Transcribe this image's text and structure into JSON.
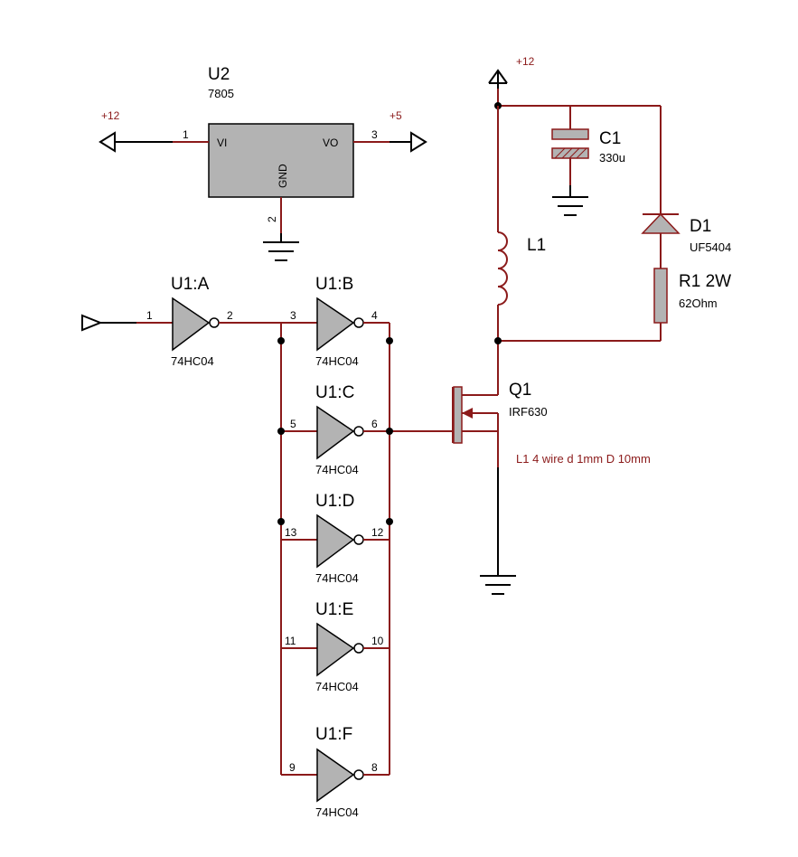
{
  "regulator": {
    "ref": "U2",
    "value": "7805",
    "pin_vi_label": "VI",
    "pin_vo_label": "VO",
    "pin_gnd_label": "GND",
    "pin1": "1",
    "pin2": "2",
    "pin3": "3",
    "input_power": "+12",
    "output_power": "+5"
  },
  "inverters": [
    {
      "ref": "U1:A",
      "value": "74HC04",
      "pin_in": "1",
      "pin_out": "2"
    },
    {
      "ref": "U1:B",
      "value": "74HC04",
      "pin_in": "3",
      "pin_out": "4"
    },
    {
      "ref": "U1:C",
      "value": "74HC04",
      "pin_in": "5",
      "pin_out": "6"
    },
    {
      "ref": "U1:D",
      "value": "74HC04",
      "pin_in": "13",
      "pin_out": "12"
    },
    {
      "ref": "U1:E",
      "value": "74HC04",
      "pin_in": "11",
      "pin_out": "10"
    },
    {
      "ref": "U1:F",
      "value": "74HC04",
      "pin_in": "9",
      "pin_out": "8"
    }
  ],
  "power_top": "+12",
  "capacitor": {
    "ref": "C1",
    "value": "330u"
  },
  "diode": {
    "ref": "D1",
    "value": "UF5404"
  },
  "resistor": {
    "ref": "R1 2W",
    "value": "62Ohm"
  },
  "inductor": {
    "ref": "L1"
  },
  "mosfet": {
    "ref": "Q1",
    "value": "IRF630"
  },
  "note": "L1 4 wire d 1mm D 10mm",
  "colors": {
    "wire": "#8b1a1a",
    "body": "#b3b3b3",
    "text": "#000000"
  }
}
